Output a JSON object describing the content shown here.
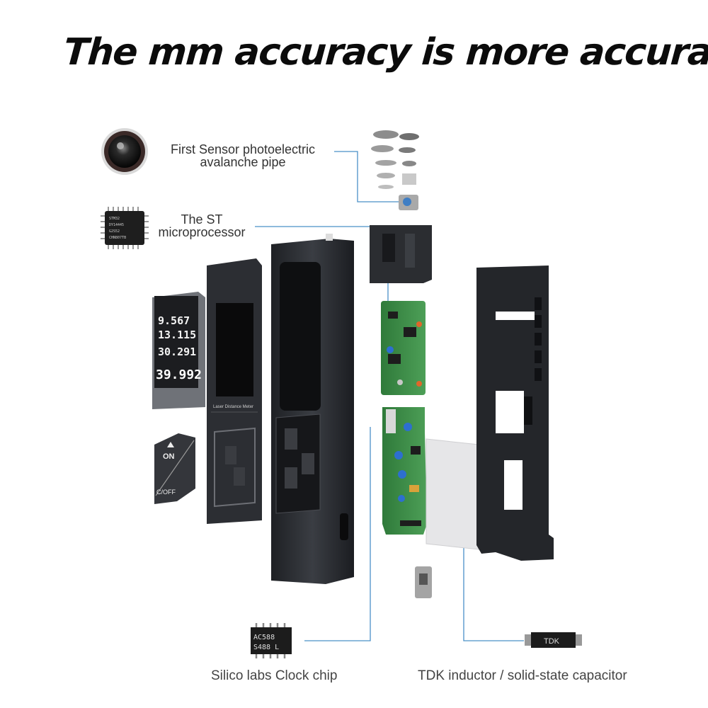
{
  "headline": "The mm accuracy is more accurate",
  "callouts": {
    "sensor_line1": "First Sensor photoelectric",
    "sensor_line2": "avalanche pipe",
    "mcu_line1": "The ST",
    "mcu_line2": "microprocessor",
    "clock_chip": "Silico labs Clock chip",
    "inductor": "TDK inductor / solid-state capacitor"
  },
  "lcd": {
    "row1": "9.567",
    "row2": "13.115",
    "row3": "30.291",
    "row4": "39.992"
  },
  "buttons": {
    "on": "ON",
    "off": "C/OFF"
  },
  "chips": {
    "mcu_text1": "STM32",
    "mcu_text2": "DY14445",
    "mcu_text3": "G2S52",
    "mcu_text4": "CHN807TB",
    "clock_text1": "AC588",
    "clock_text2": "S488 L",
    "tdk_text": "TDK"
  },
  "device_label": "Laser Distance Meter",
  "colors": {
    "leader_line": "#4a90c8",
    "device_dark": "#2a2c30",
    "pcb_green": "#3f8f4a"
  }
}
